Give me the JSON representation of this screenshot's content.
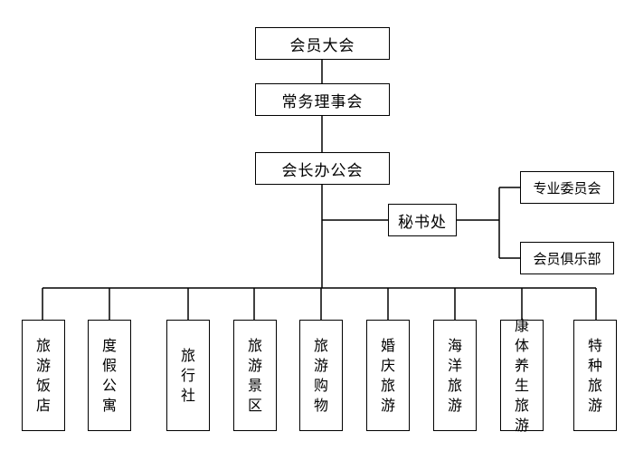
{
  "org_chart": {
    "top": "会员大会",
    "standing_council": "常务理事会",
    "president_office": "会长办公会",
    "secretariat": "秘书处",
    "committees": "专业委员会",
    "members_club": "会员俱乐部",
    "branches": [
      "旅游饭店",
      "度假公寓",
      "旅行社",
      "旅游景区",
      "旅游购物",
      "婚庆旅游",
      "海洋旅游",
      "康体养生旅游",
      "特种旅游"
    ]
  }
}
